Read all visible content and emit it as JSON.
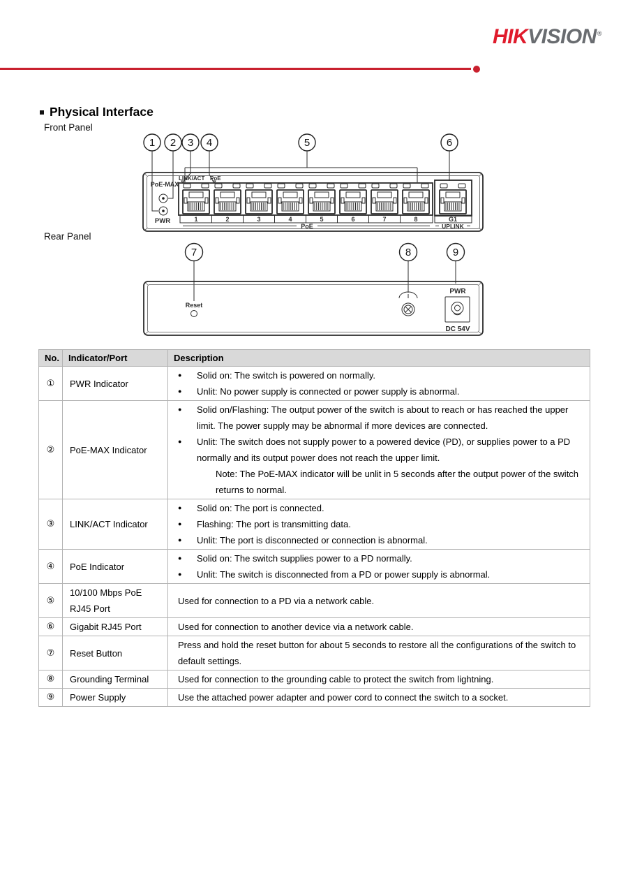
{
  "header": {
    "logo_hik": "HIK",
    "logo_vision": "VISION",
    "logo_reg": "®"
  },
  "section": {
    "title": "Physical Interface",
    "front_panel_label": "Front Panel",
    "rear_panel_label": "Rear Panel"
  },
  "front_diagram": {
    "callouts": [
      "1",
      "2",
      "3",
      "4",
      "5",
      "6"
    ],
    "poe_max": "PoE-MAX",
    "pwr": "PWR",
    "link_act": "LINK/ACT",
    "poe": "PoE",
    "ports": [
      "1",
      "2",
      "3",
      "4",
      "5",
      "6",
      "7",
      "8"
    ],
    "poe_group": "PoE",
    "g1": "G1",
    "uplink": "UPLINK"
  },
  "rear_diagram": {
    "callouts": [
      "7",
      "8",
      "9"
    ],
    "reset": "Reset",
    "pwr": "PWR",
    "dc": "DC 54V"
  },
  "table": {
    "bullet": "●",
    "headers": [
      "No.",
      "Indicator/Port",
      "Description"
    ],
    "rows": [
      {
        "no": "①",
        "name": "PWR Indicator",
        "desc": [
          {
            "text": "Solid on: The switch is powered on normally."
          },
          {
            "text": "Unlit: No power supply is connected or power supply is abnormal."
          }
        ]
      },
      {
        "no": "②",
        "name": "PoE-MAX Indicator",
        "desc": [
          {
            "text": "Solid on/Flashing: The output power of the switch is about to reach or has reached the upper limit. The power supply may be abnormal if more devices are connected."
          },
          {
            "text": "Unlit: The switch does not supply power to a powered device (PD), or supplies power to a PD normally and its output power does not reach the upper limit."
          },
          {
            "text": "Note: The PoE-MAX indicator will be unlit in 5 seconds after the output power of the switch returns to normal."
          }
        ]
      },
      {
        "no": "③",
        "name": "LINK/ACT Indicator",
        "desc": [
          {
            "text": "Solid on: The port is connected."
          },
          {
            "text": "Flashing: The port is transmitting data."
          },
          {
            "text": "Unlit: The port is disconnected or connection is abnormal."
          }
        ]
      },
      {
        "no": "④",
        "name": "PoE Indicator",
        "desc": [
          {
            "text": "Solid on: The switch supplies power to a PD normally."
          },
          {
            "text": "Unlit: The switch is disconnected from a PD or power supply is abnormal."
          }
        ]
      },
      {
        "no": "⑤",
        "name": "10/100 Mbps PoE RJ45 Port",
        "desc": [
          {
            "text": "Used for connection to a PD via a network cable."
          }
        ]
      },
      {
        "no": "⑥",
        "name": "Gigabit RJ45 Port",
        "desc": [
          {
            "text": "Used for connection to another device via a network cable."
          }
        ]
      },
      {
        "no": "⑦",
        "name": "Reset Button",
        "desc": [
          {
            "text": "Press and hold the reset button for about 5 seconds to restore all the configurations of the switch to default settings."
          }
        ]
      },
      {
        "no": "⑧",
        "name": "Grounding Terminal",
        "desc": [
          {
            "text": "Used for connection to the grounding cable to protect the switch from lightning."
          }
        ]
      },
      {
        "no": "⑨",
        "name": "Power Supply",
        "desc": [
          {
            "text": "Use the attached power adapter and power cord to connect the switch to a socket."
          }
        ]
      }
    ]
  },
  "colors": {
    "accent_red": "#c9202e",
    "logo_red": "#e01b2c",
    "logo_gray": "#696c70",
    "diagram_ink": "#2b2b2b",
    "table_border": "#b3b3b3",
    "table_header_bg": "#d9d9d9"
  }
}
